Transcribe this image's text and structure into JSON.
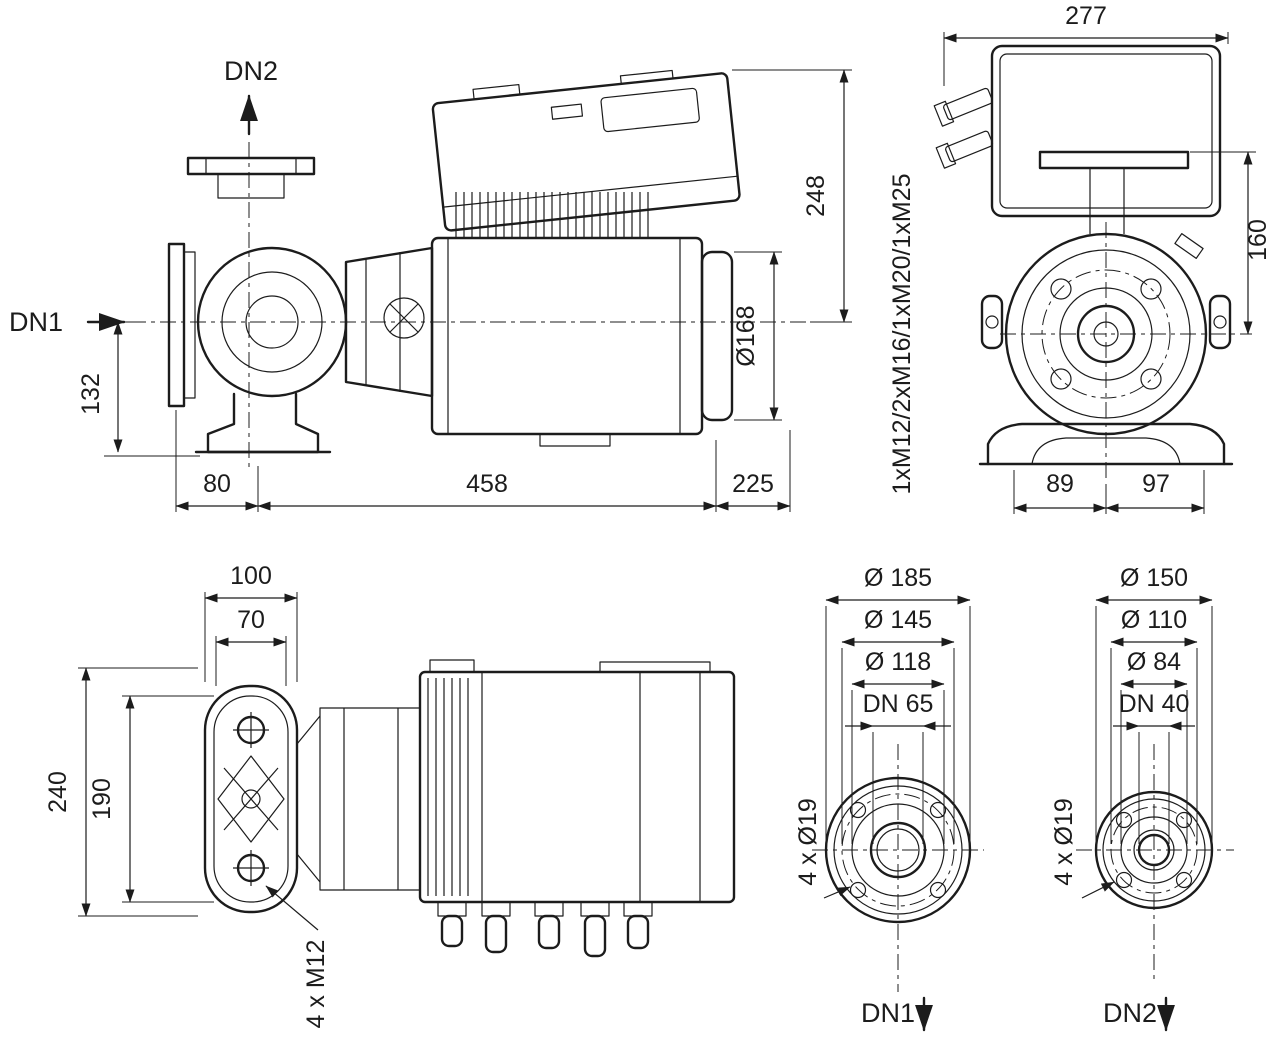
{
  "colors": {
    "line": "#1c1c1c",
    "background": "#ffffff"
  },
  "views": {
    "side": {
      "dn2_label": "DN2",
      "dn1_label": "DN1",
      "dim_height_base": "132",
      "dim_flange_offset": "80",
      "dim_length_main": "458",
      "dim_length_end": "225",
      "dim_height_top": "248",
      "dim_motor_diameter": "Ø168"
    },
    "front": {
      "dim_width_total": "277",
      "dim_height_flange": "160",
      "dim_foot_left": "89",
      "dim_foot_right": "97",
      "cable_glands": "1xM12/2xM16/1xM20/1xM25"
    },
    "plan": {
      "dim_flange_width": "100",
      "dim_bolt_spacing": "70",
      "dim_overall_width": "240",
      "dim_flange_length": "190",
      "bolt_spec": "4 x M12"
    },
    "flange1": {
      "dim_outer": "Ø 185",
      "dim_bolt_circle": "Ø 145",
      "dim_raised_face": "Ø 118",
      "dim_nominal": "DN 65",
      "bolt_holes": "4 x Ø19",
      "port_label": "DN1"
    },
    "flange2": {
      "dim_outer": "Ø 150",
      "dim_bolt_circle": "Ø 110",
      "dim_raised_face": "Ø 84",
      "dim_nominal": "DN 40",
      "bolt_holes": "4 x Ø19",
      "port_label": "DN2"
    }
  }
}
